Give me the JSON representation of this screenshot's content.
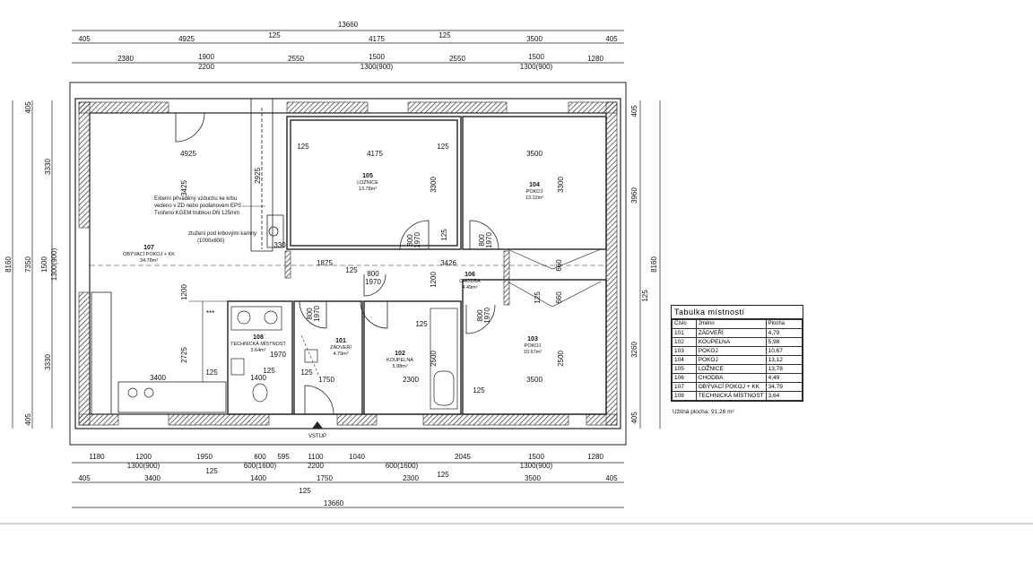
{
  "dimensions": {
    "top_total": "13660",
    "top_row1": [
      "405",
      "4925",
      "125",
      "4175",
      "125",
      "3500",
      "405"
    ],
    "top_row2": [
      "2380",
      "1900",
      "2200",
      "2550",
      "1500",
      "1300(900)",
      "2550",
      "1500",
      "1300(900)",
      "1280"
    ],
    "bottom_row1": [
      "1180",
      "1200",
      "1300(900)",
      "1950",
      "600",
      "600(1600)",
      "595",
      "1100",
      "2200",
      "1040",
      "600(1600)",
      "2045",
      "1500",
      "1300(900)",
      "1280",
      "125"
    ],
    "bottom_row2": [
      "405",
      "3400",
      "1400",
      "125",
      "1750",
      "2300",
      "125",
      "3500",
      "405"
    ],
    "bottom_total": "13660",
    "left_total": "8160",
    "left_row": [
      "405",
      "3330",
      "7350",
      "1500",
      "1300(900)",
      "3330",
      "405"
    ],
    "right_total": "8160",
    "right_row": [
      "405",
      "3960",
      "125",
      "3260",
      "405"
    ],
    "interior": [
      "4925",
      "4175",
      "3500",
      "125",
      "125",
      "3425",
      "2925",
      "3300",
      "3300",
      "1875",
      "125",
      "3426",
      "800",
      "1970",
      "1200",
      "800",
      "1970",
      "660",
      "660",
      "125",
      "1200",
      "2725",
      "3400",
      "125",
      "125",
      "1400",
      "1970",
      "125",
      "1750",
      "2300",
      "2500",
      "2500",
      "3500",
      "125",
      "800",
      "1970",
      "330",
      "125",
      "800",
      "1970",
      "125",
      "800",
      "1970"
    ]
  },
  "notes": {
    "duct_note_1": "Externí přiváděný vzduchu ke krbu",
    "duct_note_2": "vedeno v ZD nebo podlahovém EPS",
    "duct_note_3": "Tvořeno KGEM trubkou DN 125mm",
    "fireplace_note_1": "ztužení pod krbovými kamny",
    "fireplace_note_2": "(1000x800)",
    "stars": "***",
    "entrance": "VSTUP"
  },
  "rooms": {
    "r105": {
      "num": "105",
      "name": "LOŽNICE",
      "area": "13.78m²"
    },
    "r104": {
      "num": "104",
      "name": "POKOJ",
      "area": "13.12m²"
    },
    "r107": {
      "num": "107",
      "name": "OBÝVACÍ POKOJ + KK",
      "area": "34.78m²"
    },
    "r106": {
      "num": "106",
      "name": "CHODBA",
      "area": "4.49m²"
    },
    "r108": {
      "num": "108",
      "name": "TECHNICKÁ MÍSTNOST",
      "area": "3.64m²"
    },
    "r101": {
      "num": "101",
      "name": "ZÁDVEŘÍ",
      "area": "4.79m²"
    },
    "r102": {
      "num": "102",
      "name": "KOUPELNA",
      "area": "5.98m²"
    },
    "r103": {
      "num": "103",
      "name": "POKOJ",
      "area": "10.67m²"
    }
  },
  "room_table": {
    "title": "Tabulka místností",
    "headers": [
      "Číslo",
      "Jméno",
      "Plocha"
    ],
    "rows": [
      [
        "101",
        "ZÁDVEŘÍ",
        "4,79"
      ],
      [
        "102",
        "KOUPELNA",
        "5,98"
      ],
      [
        "103",
        "POKOJ",
        "10,67"
      ],
      [
        "104",
        "POKOJ",
        "13,12"
      ],
      [
        "105",
        "LOŽNICE",
        "13,78"
      ],
      [
        "106",
        "CHODBA",
        "4,49"
      ],
      [
        "107",
        "OBÝVACÍ POKOJ + KK",
        "34,79"
      ],
      [
        "108",
        "TECHNICKÁ MÍSTNOST",
        "3,64"
      ]
    ],
    "usable_area": "Užitná plocha: 91,26 m²"
  }
}
